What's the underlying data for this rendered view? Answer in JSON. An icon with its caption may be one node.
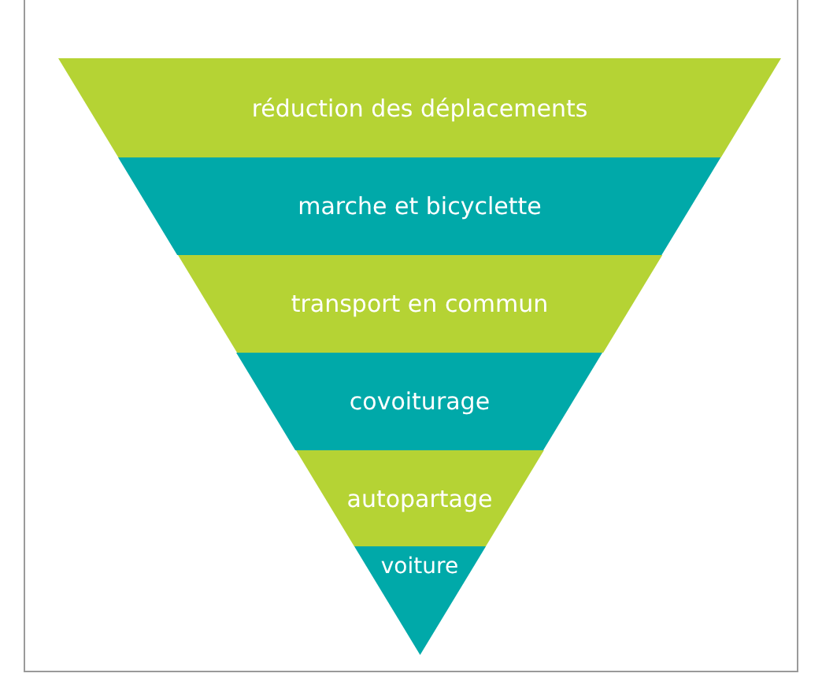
{
  "diagram": {
    "nodes": [
      {
        "text": [
          "réduction des déplacements"
        ]
      },
      {
        "text": [
          "marche et bicyclette"
        ]
      },
      {
        "text": [
          "transport en commun"
        ]
      },
      {
        "text": [
          "covoiturage"
        ]
      },
      {
        "text": [
          "autopartage"
        ]
      },
      {
        "text": [
          "voiture"
        ]
      }
    ]
  }
}
